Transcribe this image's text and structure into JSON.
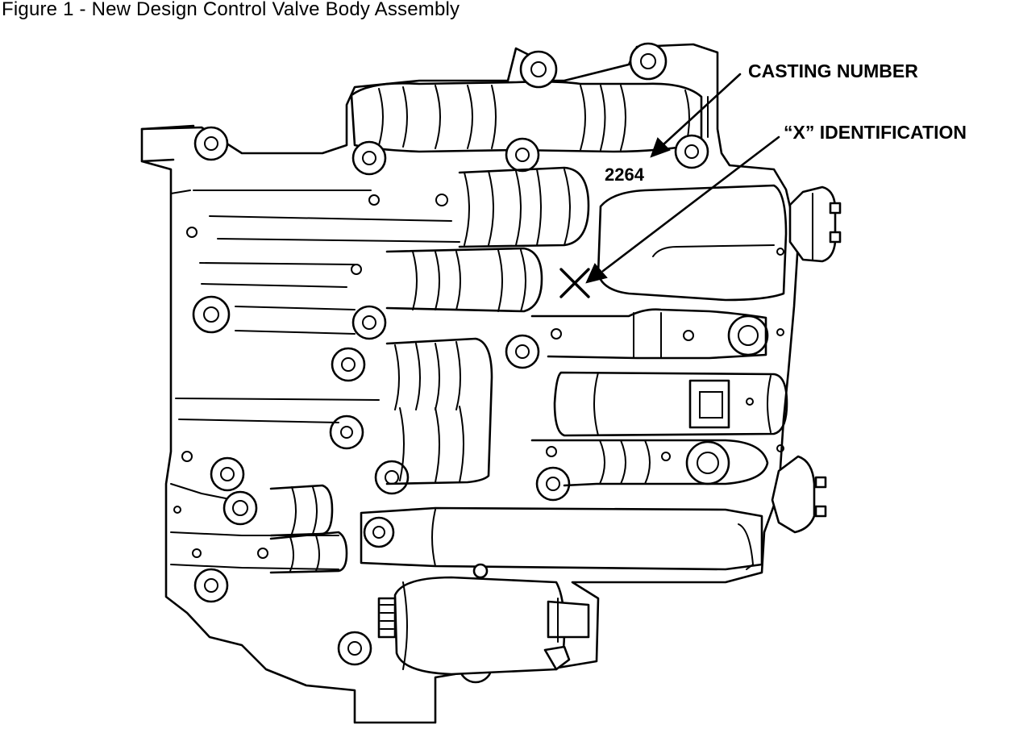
{
  "figure": {
    "title": "Figure 1 - New Design Control Valve Body Assembly"
  },
  "callouts": {
    "casting_number_label": "CASTING NUMBER",
    "x_identification_label": "“X” IDENTIFICATION"
  },
  "casting_number": "2264",
  "x_mark": "X"
}
